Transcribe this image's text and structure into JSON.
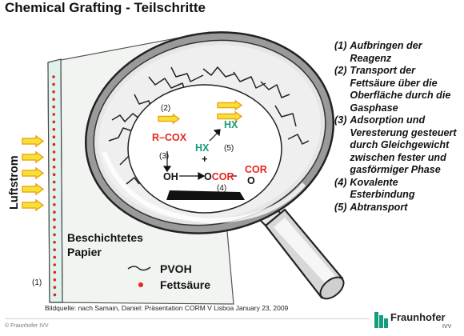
{
  "title": "Chemical Grafting - Teilschritte",
  "colors": {
    "accent_red": "#e8241c",
    "accent_green": "#1a9a7a",
    "arrow_yellow": "#f6e236",
    "arrow_orange": "#f0a018",
    "paper_mint": "#dff2ec",
    "lens_glass": "#e4e4e4",
    "fraunhofer_green": "#179c7d"
  },
  "diagram": {
    "airflow_label": "Luftstrom",
    "paper_label_line1": "Beschichtetes",
    "paper_label_line2": "Papier",
    "step1_marker": "(1)",
    "step2_marker": "(2)",
    "step3_marker": "(3)",
    "step4_marker": "(4)",
    "step5_marker": "(5)",
    "reagent_r": "R",
    "reagent_dash": "–",
    "reagent_cox": "COX",
    "hx_top": "HX",
    "hx_mid": "HX",
    "plus": "+",
    "oh": "OH",
    "ester_o": "O",
    "ester_cor": "COR",
    "cor_right": "COR",
    "o_right": "O",
    "legend_pvoh": "PVOH",
    "legend_fettsaeure": "Fettsäure"
  },
  "steps": [
    {
      "num": "(1)",
      "text": "Aufbringen der Reagenz"
    },
    {
      "num": "(2)",
      "text": "Transport der Fettsäure über die Oberfläche durch die Gasphase"
    },
    {
      "num": "(3)",
      "text": "Adsorption und Veresterung gesteuert durch Gleichgewicht zwischen fester und gasförmiger Phase"
    },
    {
      "num": "(4)",
      "text": "Kovalente Esterbindung"
    },
    {
      "num": "(5)",
      "text": "Abtransport"
    }
  ],
  "source": "Bildquelle: nach Samain, Daniel: Präsentation CORM V Lisboa January 23, 2009",
  "copyright": "© Fraunhofer IVV",
  "logo": {
    "name": "Fraunhofer",
    "sub": "IVV"
  }
}
